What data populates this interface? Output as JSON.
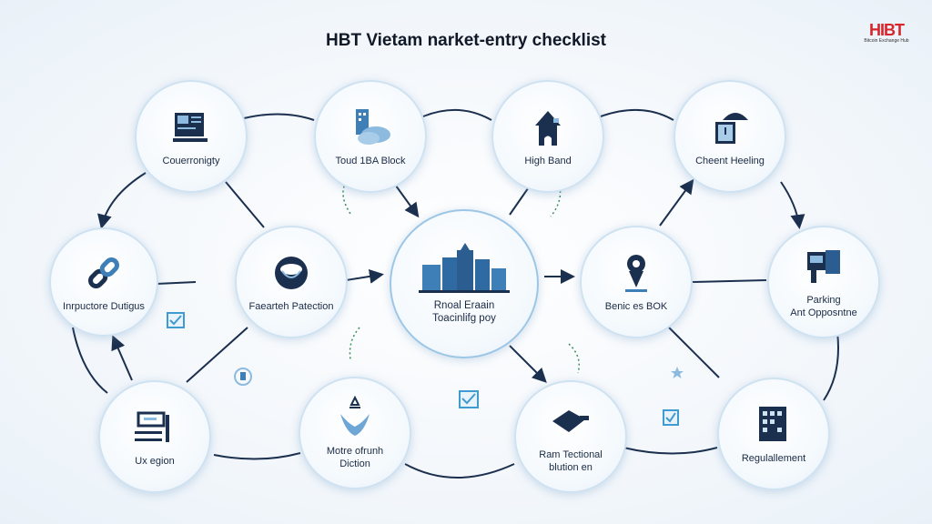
{
  "title": "HBT Vietam narket-entry checklist",
  "logo": {
    "text": "HIBT",
    "subtext": "Bitcoin Exchange Hub"
  },
  "colors": {
    "navy": "#1b2f4e",
    "accent": "#3f7fb8",
    "light": "#8dbbe0",
    "logo_red": "#d7262b"
  },
  "nodes": [
    {
      "id": "n1",
      "label": "Couerronigty",
      "icon": "monitor-icon"
    },
    {
      "id": "n2",
      "label": "Toud 1BA Block",
      "icon": "building-cloud-icon"
    },
    {
      "id": "n3",
      "label": "High Band",
      "icon": "house-icon"
    },
    {
      "id": "n4",
      "label": "Cheent Heeling",
      "icon": "umbrella-icon"
    },
    {
      "id": "n5",
      "label": "Inrpuctore Dutigus",
      "icon": "chain-link-icon"
    },
    {
      "id": "n6",
      "label": "Faearteh Patection",
      "icon": "shield-circle-icon"
    },
    {
      "id": "n7",
      "label": "Rnoal Eraain",
      "label2": "Toacinlifg poy",
      "icon": "city-building-icon"
    },
    {
      "id": "n8",
      "label": "Benic es BOK",
      "icon": "location-pin-icon"
    },
    {
      "id": "n9",
      "label": "Parking",
      "label2": "Ant Opposntne",
      "icon": "kiosk-icon"
    },
    {
      "id": "n10",
      "label": "Ux egion",
      "icon": "desk-icon"
    },
    {
      "id": "n11",
      "label": "Motre ofrunh",
      "label2": "Diction",
      "icon": "hands-icon"
    },
    {
      "id": "n12",
      "label": "Ram Tectional",
      "label2": "blution en",
      "icon": "graduation-cap-icon"
    },
    {
      "id": "n13",
      "label": "Regulallement",
      "icon": "document-grid-icon"
    }
  ]
}
